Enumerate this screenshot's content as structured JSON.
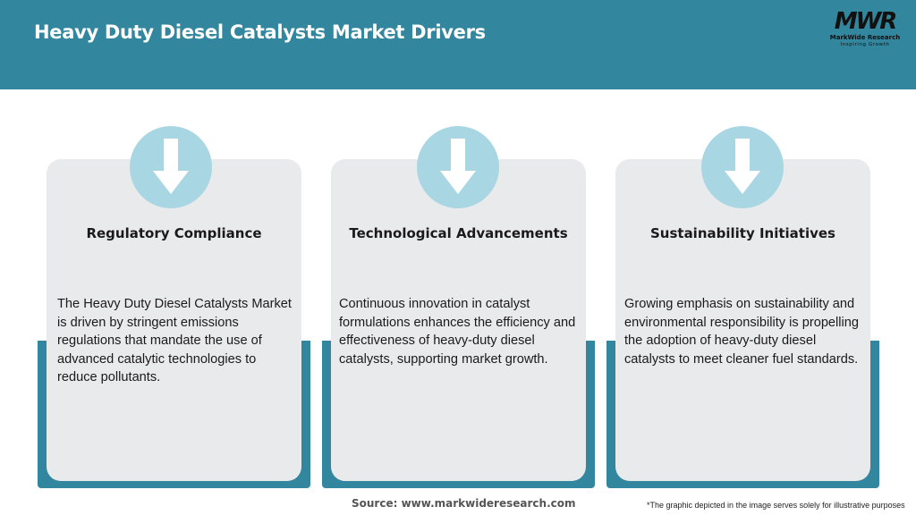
{
  "header": {
    "title": "Heavy Duty Diesel Catalysts Market Drivers",
    "background_color": "#32869d"
  },
  "logo": {
    "mark": "MWR",
    "name": "MarkWide Research",
    "tagline": "Inspiring Growth"
  },
  "cards": [
    {
      "icon": "arrow-down-icon",
      "title": "Regulatory Compliance",
      "text": "The Heavy Duty Diesel Catalysts Market is driven by stringent emissions regulations that mandate the use of advanced catalytic technologies to reduce pollutants."
    },
    {
      "icon": "arrow-down-icon",
      "title": "Technological Advancements",
      "text": "Continuous innovation in catalyst formulations enhances the efficiency and effectiveness of heavy-duty diesel catalysts, supporting market growth."
    },
    {
      "icon": "arrow-down-icon",
      "title": "Sustainability Initiatives",
      "text": "Growing emphasis on sustainability and environmental responsibility is propelling the adoption of heavy-duty diesel catalysts to meet cleaner fuel standards."
    }
  ],
  "colors": {
    "accent_teal": "#32869d",
    "circle_light_blue": "#a9d6e3",
    "card_gray": "#e8eaec"
  },
  "footer": {
    "source": "Source: www.markwideresearch.com",
    "disclaimer": "*The graphic depicted in the image serves solely for illustrative purposes"
  }
}
